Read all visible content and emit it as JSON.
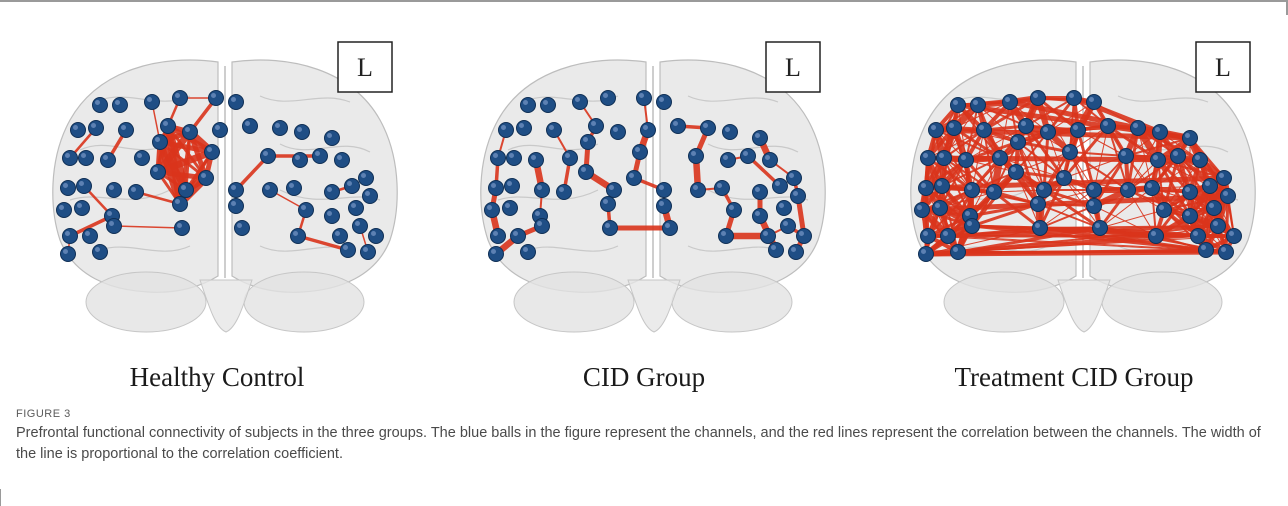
{
  "figure": {
    "label": "FIGURE 3",
    "caption": "Prefrontal functional connectivity of subjects in the three groups. The blue balls in the figure represent the channels, and the red lines represent the correlation between the channels. The width of the line is proportional to the correlation coefficient."
  },
  "panels": [
    {
      "title": "Healthy Control",
      "orientation_label": "L",
      "connectivity": "sparse"
    },
    {
      "title": "CID Group",
      "orientation_label": "L",
      "connectivity": "chain"
    },
    {
      "title": "Treatment CID Group",
      "orientation_label": "L",
      "connectivity": "dense"
    }
  ],
  "colors": {
    "channel": "#1f4e85",
    "connection": "#d9341c",
    "brain": "#d9d9d9"
  }
}
